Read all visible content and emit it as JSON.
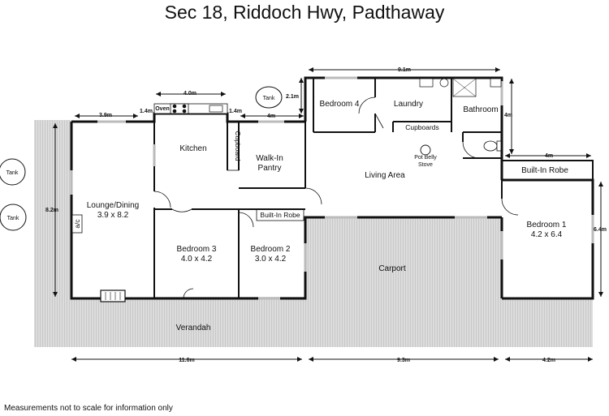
{
  "title": "Sec 18, Riddoch Hwy, Padthaway",
  "footnote": "Measurements not to scale for information only",
  "rooms": {
    "bedroom4": "Bedroom 4",
    "laundry": "Laundry",
    "bathroom": "Bathroom",
    "cupboards": "Cupboards",
    "kitchen": "Kitchen",
    "cupboard": "Cupboard",
    "walkin_line1": "Walk-In",
    "walkin_line2": "Pantry",
    "lounge_name": "Lounge/Dining",
    "lounge_size": "3.9 x 8.2",
    "living": "Living Area",
    "stove_line1": "Pot Belly",
    "stove_line2": "Stove",
    "builtin_robe_master": "Built-In Robe",
    "builtin_robe_b2": "Built-In Robe",
    "bedroom1_name": "Bedroom 1",
    "bedroom1_size": "4.2 x 6.4",
    "bedroom3_name": "Bedroom 3",
    "bedroom3_size": "4.0 x 4.2",
    "bedroom2_name": "Bedroom 2",
    "bedroom2_size": "3.0 x 4.2",
    "carport": "Carport",
    "verandah": "Verandah",
    "oven": "Oven",
    "ac": "a/c"
  },
  "tanks": [
    "Tank",
    "Tank",
    "Tank"
  ],
  "dimensions": {
    "lounge_width": "3.9m",
    "gap_left": "1.4m",
    "kitchen_width": "4.0m",
    "gap_right": "1.4m",
    "pantry_width": "4m",
    "tank_depth": "2.1m",
    "top_width": "9.1m",
    "bathroom_depth": "4m",
    "bedroom1_width": "4m",
    "total_height": "8.2m",
    "bedroom1_height": "6.4m",
    "bottom_left": "11.6m",
    "bottom_mid": "9.3m",
    "bottom_right": "4.2m"
  }
}
